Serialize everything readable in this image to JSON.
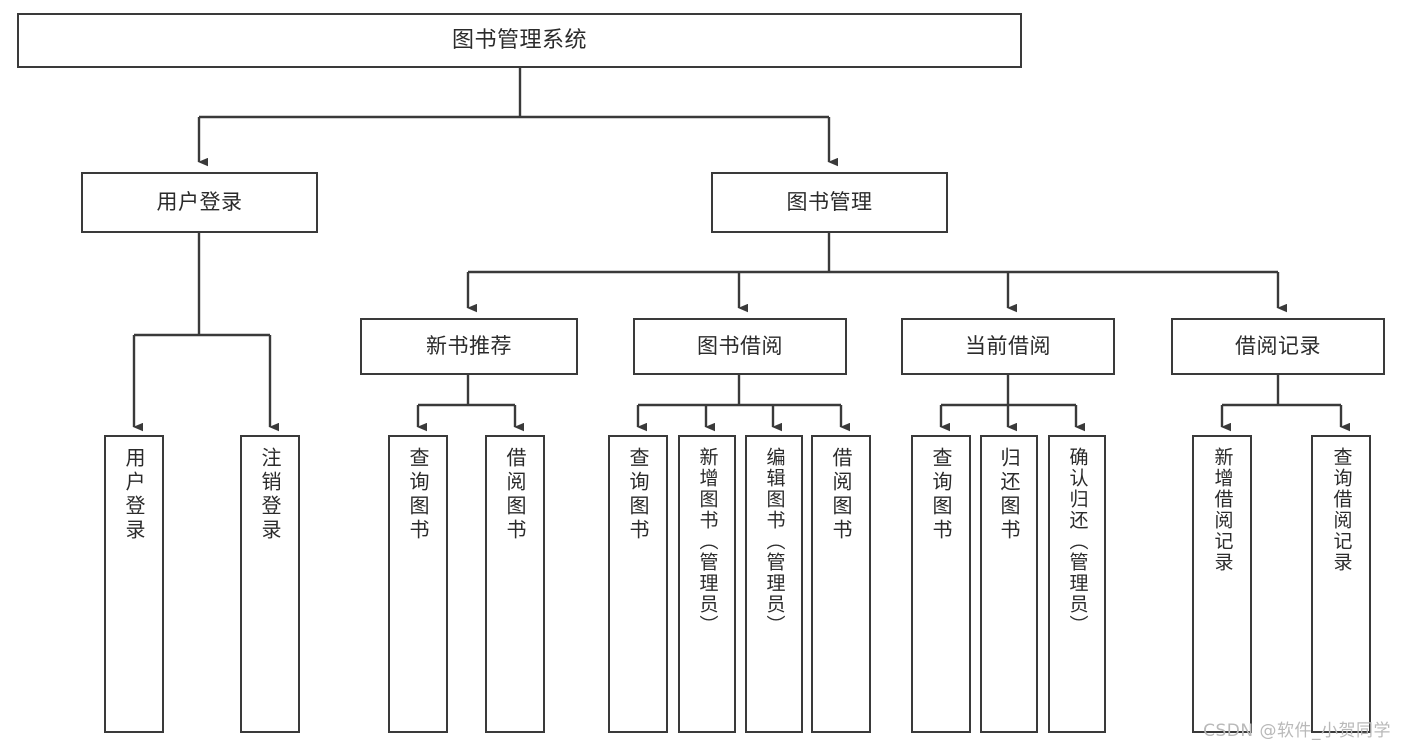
{
  "diagram": {
    "title": "图书管理系统",
    "type": "tree",
    "orientation": "top-down",
    "colors": {
      "background": "#ffffff",
      "node_border": "#3a3a3a",
      "node_fill": "#ffffff",
      "edge": "#3a3a3a",
      "text": "#2b2b2b",
      "watermark": "#b9b9b9"
    }
  },
  "nodes": {
    "root": {
      "label": "图书管理系统"
    },
    "level1": [
      {
        "label": "用户登录"
      },
      {
        "label": "图书管理"
      }
    ],
    "level2": [
      {
        "label": "新书推荐"
      },
      {
        "label": "图书借阅"
      },
      {
        "label": "当前借阅"
      },
      {
        "label": "借阅记录"
      }
    ],
    "leaves_user_login": [
      {
        "label": "用户登录"
      },
      {
        "label": "注销登录"
      }
    ],
    "leaves_new_book": [
      {
        "label": "查询图书"
      },
      {
        "label": "借阅图书"
      }
    ],
    "leaves_borrow": [
      {
        "label": "查询图书"
      },
      {
        "label": "新增图书（管理员）"
      },
      {
        "label": "编辑图书（管理员）"
      },
      {
        "label": "借阅图书"
      }
    ],
    "leaves_current": [
      {
        "label": "查询图书"
      },
      {
        "label": "归还图书"
      },
      {
        "label": "确认归还（管理员）"
      }
    ],
    "leaves_record": [
      {
        "label": "新增借阅记录"
      },
      {
        "label": "查询借阅记录"
      }
    ]
  },
  "watermark": {
    "text": "CSDN @软件_小贺同学"
  }
}
